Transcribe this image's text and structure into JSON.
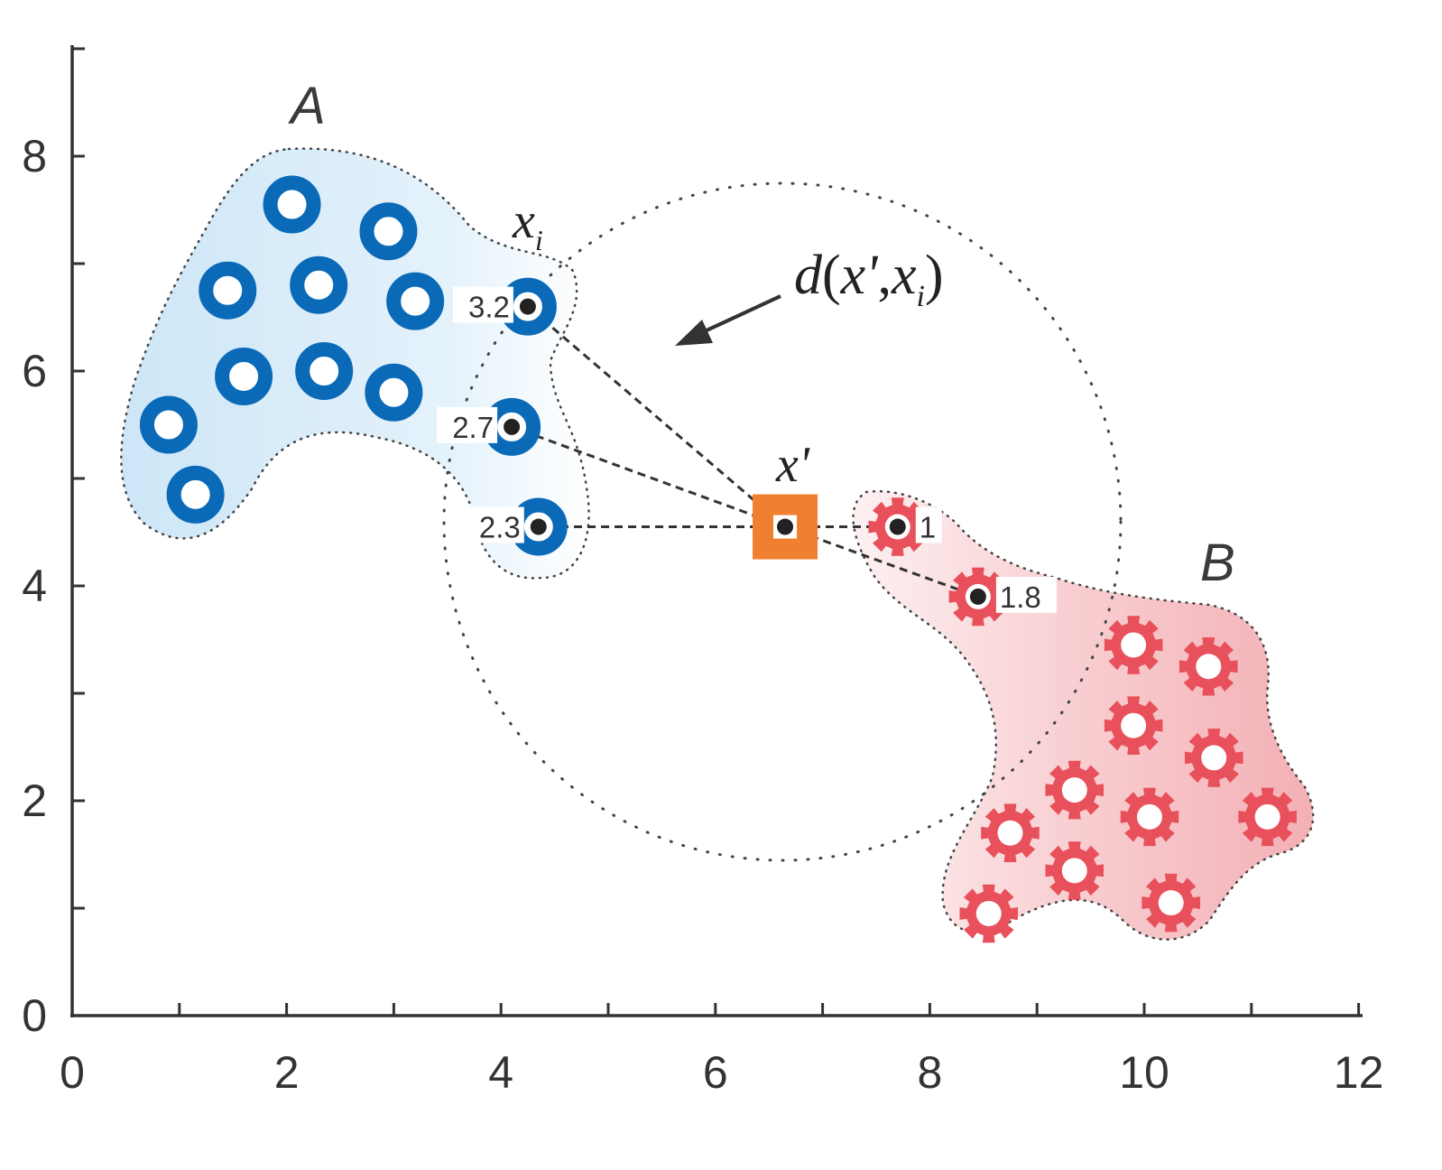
{
  "diagram": {
    "x_ticks": [
      "0",
      "2",
      "4",
      "6",
      "8",
      "10",
      "12"
    ],
    "y_ticks": [
      "0",
      "2",
      "4",
      "6",
      "8"
    ],
    "xlim": [
      0,
      12
    ],
    "ylim": [
      0,
      9
    ],
    "cluster_labels": {
      "a": "A",
      "b": "B"
    },
    "query_label": "x'",
    "neighbor_label": {
      "base": "x",
      "sub": "i"
    },
    "distance_label": {
      "d": "d",
      "open": "(",
      "xp": "x'",
      "comma": ",",
      "x": "x",
      "sub": "i",
      "close": ")"
    },
    "colors": {
      "class_a": "#0a6ab8",
      "class_b": "#e8505b",
      "query": "#f08030",
      "region_a": "#cfe7f7",
      "region_b": "#f6b8bd",
      "axis": "#333333"
    },
    "icons": {
      "class_a": "ring-icon",
      "class_b": "gear-icon",
      "query": "square-icon"
    },
    "query_point": {
      "x": 6.65,
      "y": 4.55
    },
    "class_a_points": [
      [
        2.05,
        7.55
      ],
      [
        2.95,
        7.3
      ],
      [
        1.45,
        6.75
      ],
      [
        2.3,
        6.8
      ],
      [
        3.2,
        6.65
      ],
      [
        1.6,
        5.95
      ],
      [
        2.35,
        6.0
      ],
      [
        3.0,
        5.8
      ],
      [
        0.9,
        5.5
      ],
      [
        1.15,
        4.85
      ],
      [
        4.25,
        6.6
      ],
      [
        4.1,
        5.48
      ],
      [
        4.35,
        4.55
      ]
    ],
    "class_b_points": [
      [
        7.7,
        4.55
      ],
      [
        8.45,
        3.9
      ],
      [
        9.9,
        3.45
      ],
      [
        10.6,
        3.25
      ],
      [
        9.9,
        2.7
      ],
      [
        10.65,
        2.4
      ],
      [
        9.35,
        2.1
      ],
      [
        8.75,
        1.7
      ],
      [
        10.05,
        1.85
      ],
      [
        11.15,
        1.85
      ],
      [
        9.35,
        1.35
      ],
      [
        10.25,
        1.05
      ],
      [
        8.55,
        0.95
      ]
    ],
    "neighbors": [
      {
        "x": 4.25,
        "y": 6.6,
        "label": "3.2",
        "class": "a"
      },
      {
        "x": 4.1,
        "y": 5.48,
        "label": "2.7",
        "class": "a"
      },
      {
        "x": 4.35,
        "y": 4.55,
        "label": "2.3",
        "class": "a"
      },
      {
        "x": 7.7,
        "y": 4.55,
        "label": "1",
        "class": "b"
      },
      {
        "x": 8.45,
        "y": 3.9,
        "label": "1.8",
        "class": "b"
      }
    ]
  }
}
